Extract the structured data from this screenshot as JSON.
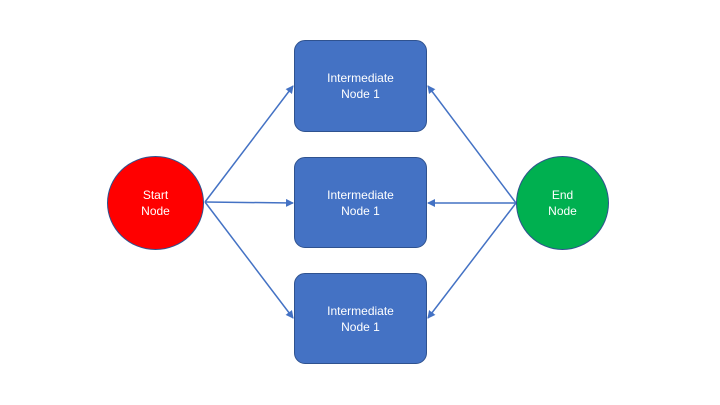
{
  "colors": {
    "start": "#ff0000",
    "end": "#00b050",
    "intermediate": "#4472c4",
    "edge": "#4472c4"
  },
  "nodes": {
    "start": {
      "label": "Start\nNode"
    },
    "end": {
      "label": "End\nNode"
    },
    "intermediate": [
      {
        "label": "Intermediate\nNode 1"
      },
      {
        "label": "Intermediate\nNode 1"
      },
      {
        "label": "Intermediate\nNode 1"
      }
    ]
  }
}
